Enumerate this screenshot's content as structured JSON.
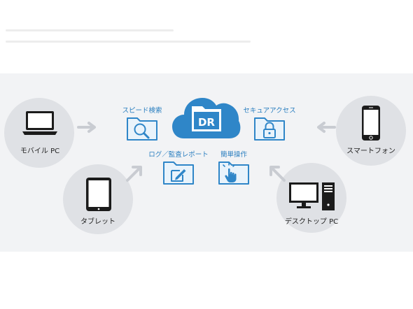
{
  "cloud": {
    "badge": "DR"
  },
  "devices": {
    "mobile_pc": {
      "label": "モバイル PC"
    },
    "tablet": {
      "label": "タブレット"
    },
    "smartphone": {
      "label": "スマートフォン"
    },
    "desktop_pc": {
      "label": "デスクトップ PC"
    }
  },
  "features": {
    "speed_search": {
      "label": "スピード検索",
      "icon": "magnifier-folder-icon"
    },
    "secure_access": {
      "label": "セキュアアクセス",
      "icon": "lock-folder-icon"
    },
    "log_report": {
      "label": "ログ／監査レポート",
      "icon": "edit-folder-icon"
    },
    "easy_operation": {
      "label": "簡単操作",
      "icon": "hand-pointer-folder-icon"
    }
  },
  "colors": {
    "accent": "#2f86c8",
    "folder_fill": "#e9f3fb",
    "arrow": "#c9ccd2",
    "circle": "#dfe1e5",
    "panel": "#f2f3f5"
  }
}
